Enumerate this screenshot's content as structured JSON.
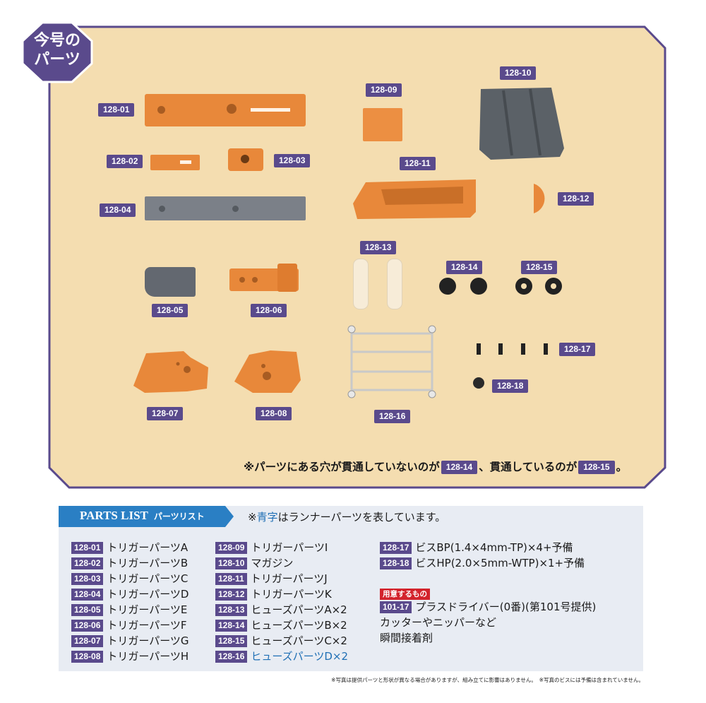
{
  "badge": {
    "line1": "今号の",
    "line2": "パーツ"
  },
  "photo": {
    "labels": {
      "p01": "128-01",
      "p02": "128-02",
      "p03": "128-03",
      "p04": "128-04",
      "p05": "128-05",
      "p06": "128-06",
      "p07": "128-07",
      "p08": "128-08",
      "p09": "128-09",
      "p10": "128-10",
      "p11": "128-11",
      "p12": "128-12",
      "p13": "128-13",
      "p14": "128-14",
      "p15": "128-15",
      "p16": "128-16",
      "p17": "128-17",
      "p18": "128-18"
    },
    "note": {
      "prefix": "※パーツにある穴が貫通していないのが",
      "tag1": "128-14",
      "middle": "、貫通しているのが",
      "tag2": "128-15",
      "suffix": "。"
    }
  },
  "parts_list": {
    "header_en": "PARTS LIST",
    "header_jp": "パーツリスト",
    "note_prefix": "※",
    "note_blue": "青字",
    "note_suffix": "はランナーパーツを表しています。",
    "col1": [
      {
        "code": "128-01",
        "name": "トリガーパーツA"
      },
      {
        "code": "128-02",
        "name": "トリガーパーツB"
      },
      {
        "code": "128-03",
        "name": "トリガーパーツC"
      },
      {
        "code": "128-04",
        "name": "トリガーパーツD"
      },
      {
        "code": "128-05",
        "name": "トリガーパーツE"
      },
      {
        "code": "128-06",
        "name": "トリガーパーツF"
      },
      {
        "code": "128-07",
        "name": "トリガーパーツG"
      },
      {
        "code": "128-08",
        "name": "トリガーパーツH"
      }
    ],
    "col2": [
      {
        "code": "128-09",
        "name": "トリガーパーツI"
      },
      {
        "code": "128-10",
        "name": "マガジン"
      },
      {
        "code": "128-11",
        "name": "トリガーパーツJ"
      },
      {
        "code": "128-12",
        "name": "トリガーパーツK"
      },
      {
        "code": "128-13",
        "name": "ヒューズパーツA×2"
      },
      {
        "code": "128-14",
        "name": "ヒューズパーツB×2"
      },
      {
        "code": "128-15",
        "name": "ヒューズパーツC×2"
      },
      {
        "code": "128-16",
        "name": "ヒューズパーツD×2"
      }
    ],
    "col3": [
      {
        "code": "128-17",
        "name": "ビスBP(1.4×4mm-TP)×4+予備"
      },
      {
        "code": "128-18",
        "name": "ビスHP(2.0×5mm-WTP)×1+予備"
      }
    ],
    "prepare_label": "用意するもの",
    "prepare": [
      {
        "code": "101-17",
        "name": "プラスドライバー(0番)(第101号提供)"
      },
      {
        "code": "",
        "name": "カッターやニッパーなど"
      },
      {
        "code": "",
        "name": "瞬間接着剤"
      }
    ]
  },
  "footnote": "※写真は提供パーツと形状が異なる場合がありますが、組み立てに影響はありません。　※写真のビスには予備は含まれていません。",
  "colors": {
    "accent": "#5a4a8c",
    "header_blue": "#2a7fc4",
    "runner_text": "#1f6fb5",
    "photo_bg": "#f4ddb0"
  }
}
